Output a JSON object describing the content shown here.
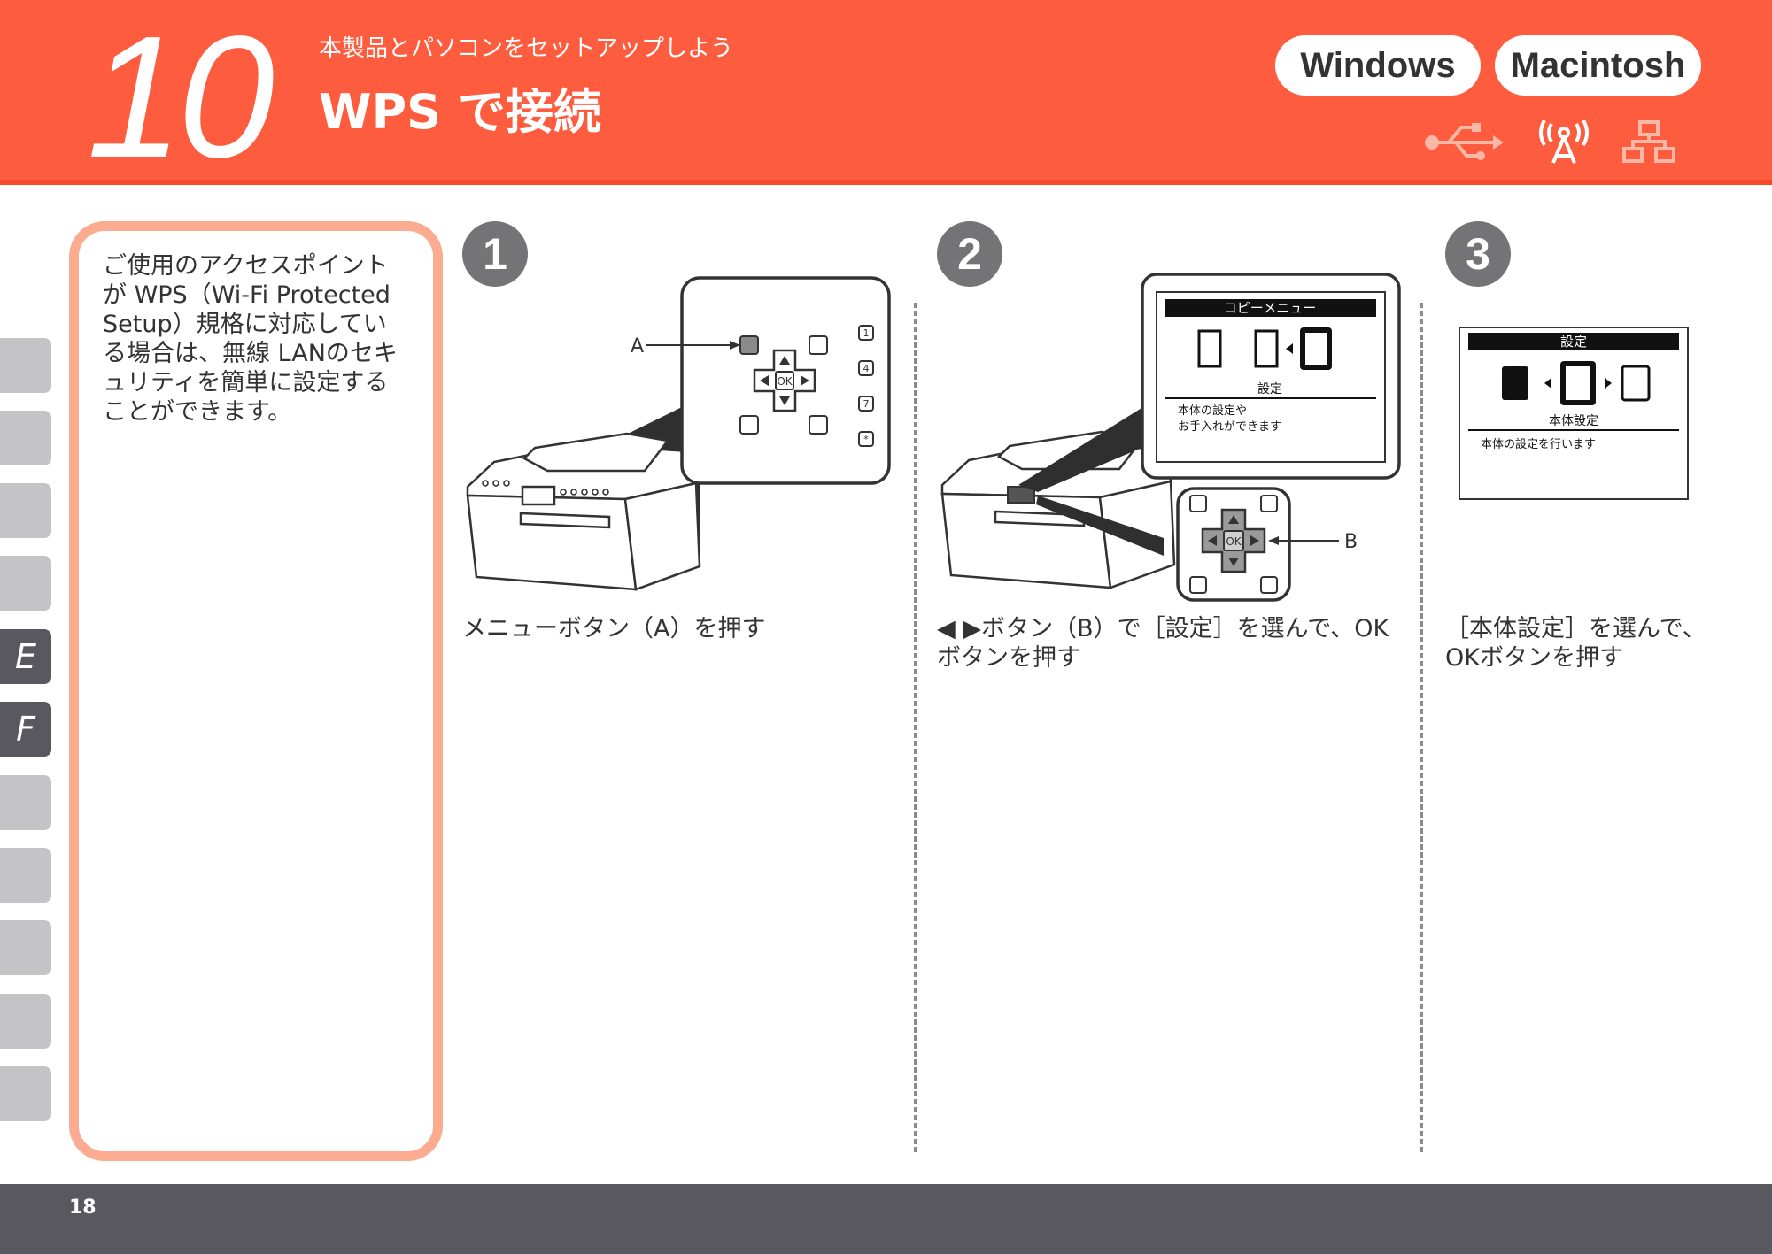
{
  "header": {
    "step_number": "10",
    "subtitle": "本製品とパソコンをセットアップしよう",
    "title": "WPS で接続",
    "os_buttons": [
      "Windows",
      "Macintosh"
    ],
    "connection_icons": [
      "usb-icon",
      "wireless-icon",
      "wired-network-icon"
    ],
    "accent_color": "#fd5c3e"
  },
  "side_tabs": [
    "",
    "",
    "",
    "",
    "E",
    "F",
    "",
    "",
    "",
    "",
    ""
  ],
  "note": {
    "text": "ご使用のアクセスポイントが WPS（Wi-Fi Protected Setup）規格に対応している場合は、無線 LANのセキュリティを簡単に設定することができます。"
  },
  "steps": [
    {
      "number": "1",
      "instruction": "メニューボタン（A）を押す",
      "callout_label": "A",
      "pad_center": "OK",
      "keys": [
        "1",
        "4",
        "7",
        "*"
      ]
    },
    {
      "number": "2",
      "instruction": "◀ ▶ボタン（B）で［設定］を選んで、OKボタンを押す",
      "callout_label": "B",
      "screen_title": "コピーメニュー",
      "screen_item": "設定",
      "screen_desc_1": "本体の設定や",
      "screen_desc_2": "お手入れができます",
      "pad_center": "OK"
    },
    {
      "number": "3",
      "instruction": "［本体設定］を選んで、OKボタンを押す",
      "screen_title": "設定",
      "screen_item": "本体設定",
      "screen_desc": "本体の設定を行います"
    }
  ],
  "footer": {
    "page_number": "18"
  }
}
